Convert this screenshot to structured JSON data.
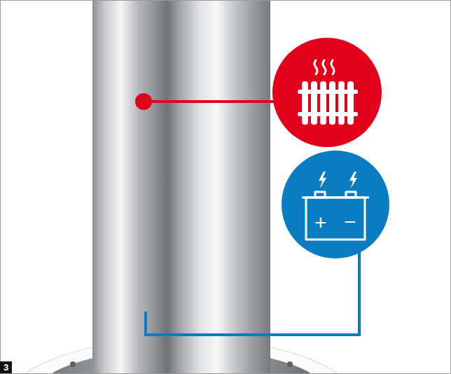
{
  "diagram": {
    "labels": [
      "3",
      "+",
      "−"
    ]
  }
}
